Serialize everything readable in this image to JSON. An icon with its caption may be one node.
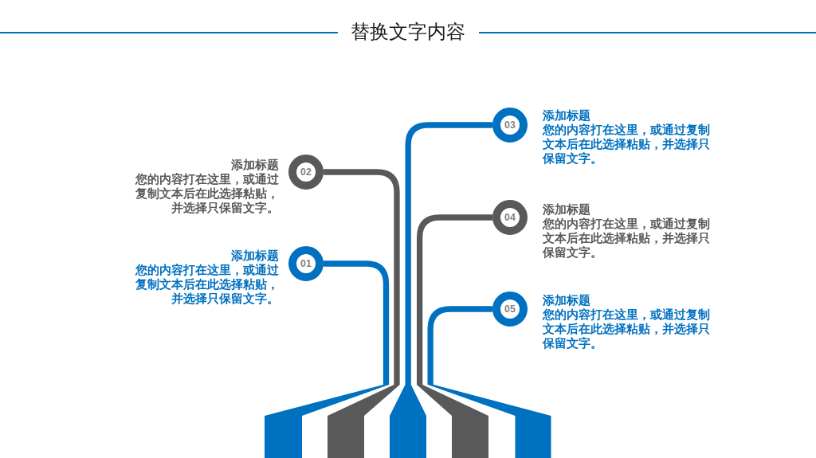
{
  "diagram": {
    "title": "替换文字内容",
    "nodes": [
      {
        "text": [
          "01"
        ],
        "beside": [
          "添加标题",
          "您的内容打在这里，或通过复制文本后在此选择粘贴，并选择只保留文字。"
        ]
      },
      {
        "text": [
          "02"
        ],
        "beside": [
          "添加标题",
          "您的内容打在这里，或通过复制文本后在此选择粘贴，并选择只保留文字。"
        ]
      },
      {
        "text": [
          "03"
        ],
        "beside": [
          "添加标题",
          "您的内容打在这里，或通过复制文本后在此选择粘贴，并选择只保留文字。"
        ]
      },
      {
        "text": [
          "04"
        ],
        "beside": [
          "添加标题",
          "您的内容打在这里，或通过复制文本后在此选择粘贴，并选择只保留文字。"
        ]
      },
      {
        "text": [
          "05"
        ],
        "beside": [
          "添加标题",
          "您的内容打在这里，或通过复制文本后在此选择粘贴，并选择只保留文字。"
        ]
      },
      {
        "text": [],
        "shape": "bar"
      },
      {
        "text": [],
        "shape": "bar"
      },
      {
        "text": [],
        "shape": "bar"
      },
      {
        "text": [],
        "shape": "bar"
      },
      {
        "text": [],
        "shape": "bar"
      }
    ],
    "edges": [
      {
        "from": 5,
        "to": 0,
        "arrow": "none"
      },
      {
        "from": 6,
        "to": 1,
        "arrow": "none",
        "color": "#595959"
      },
      {
        "from": 7,
        "to": 2,
        "arrow": "none"
      },
      {
        "from": 8,
        "to": 3,
        "arrow": "none",
        "color": "#595959"
      },
      {
        "from": 9,
        "to": 4,
        "arrow": "none"
      }
    ]
  }
}
